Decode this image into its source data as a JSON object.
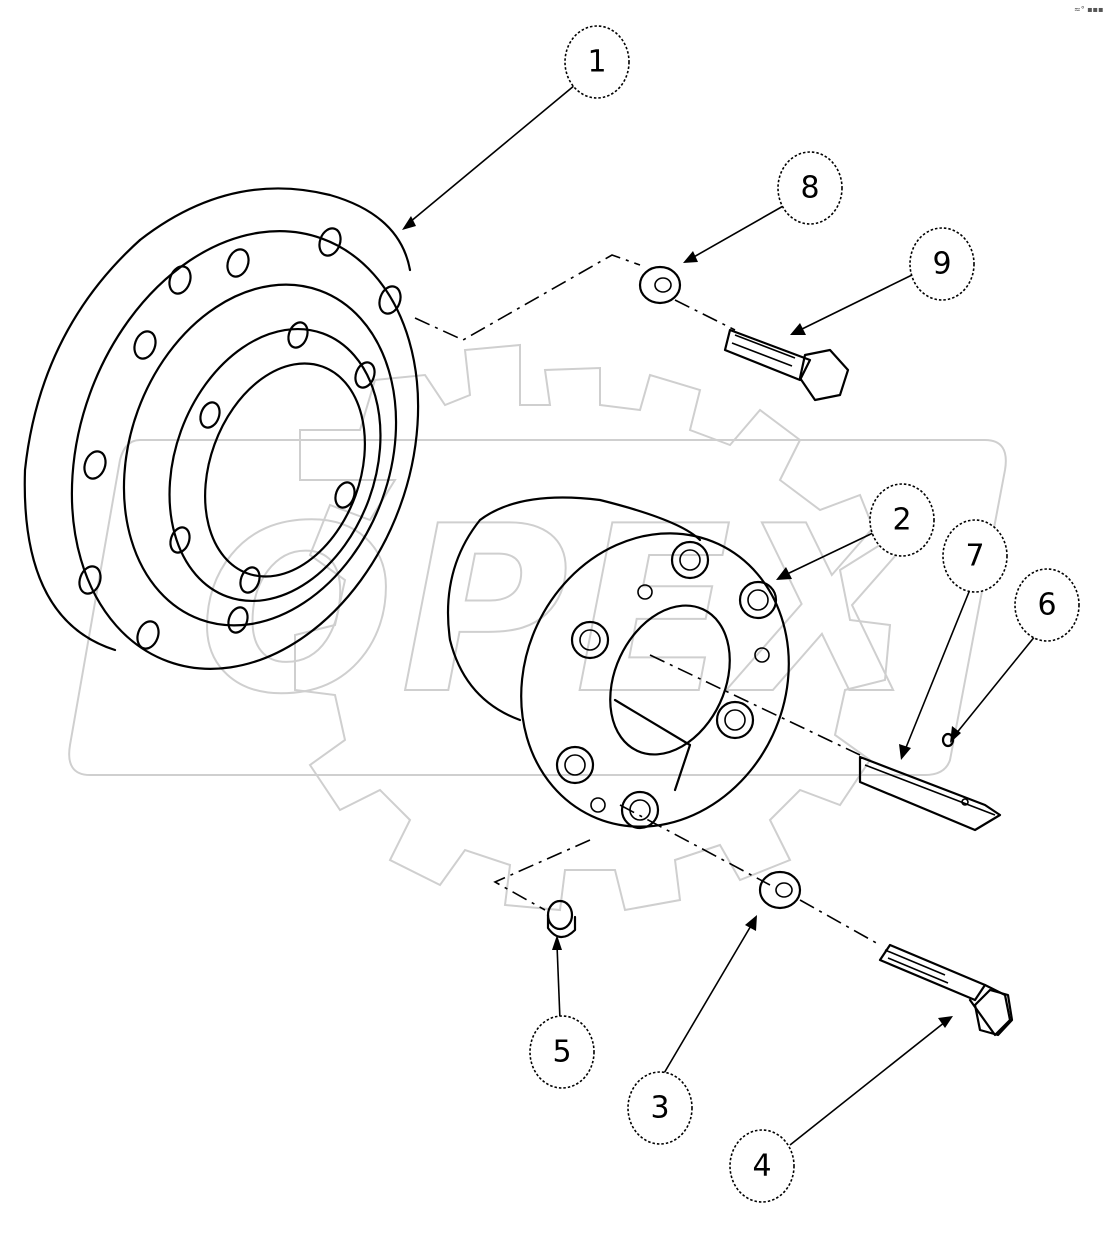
{
  "callouts": [
    {
      "id": "1",
      "label": "1"
    },
    {
      "id": "2",
      "label": "2"
    },
    {
      "id": "3",
      "label": "3"
    },
    {
      "id": "4",
      "label": "4"
    },
    {
      "id": "5",
      "label": "5"
    },
    {
      "id": "6",
      "label": "6"
    },
    {
      "id": "7",
      "label": "7"
    },
    {
      "id": "8",
      "label": "8"
    },
    {
      "id": "9",
      "label": "9"
    }
  ],
  "watermark": {
    "text": "OPEX"
  },
  "corner_mark": "≈° ▪▪▪"
}
